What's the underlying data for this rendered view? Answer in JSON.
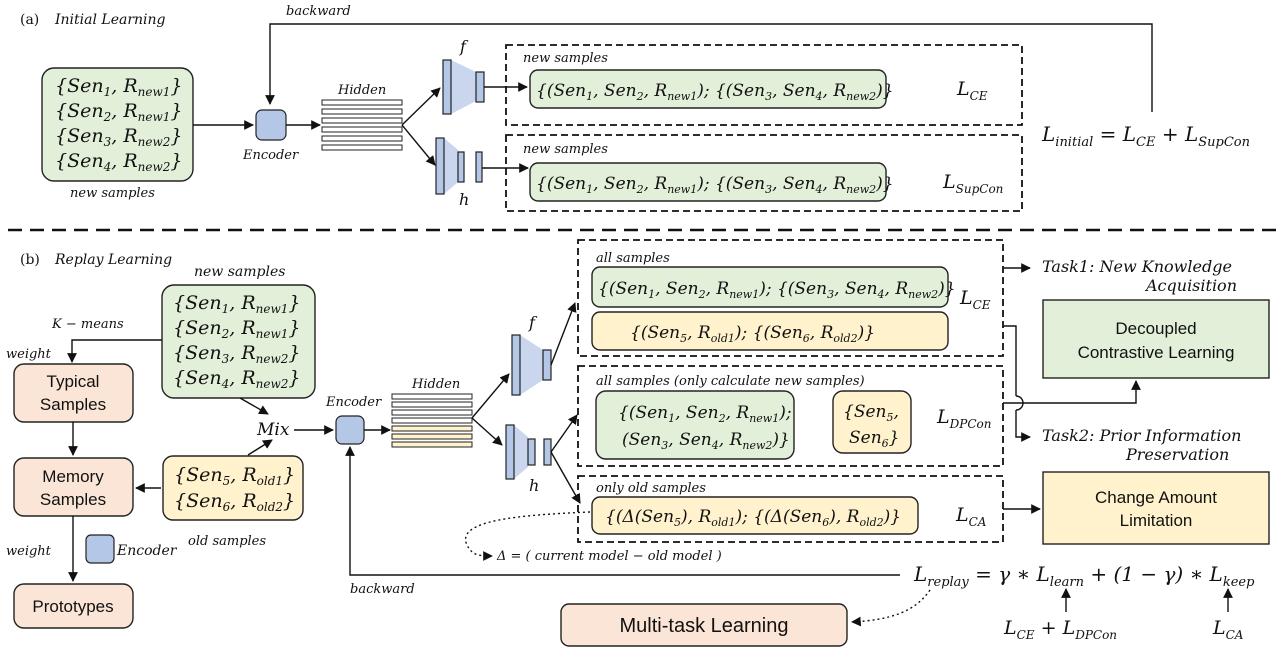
{
  "part_a": {
    "label": "(a)",
    "title": "Initial Learning",
    "backward": "backward",
    "new_samples_box": [
      {
        "sen": "Sen",
        "sub": "1",
        "r": "R",
        "rsub": "new1"
      },
      {
        "sen": "Sen",
        "sub": "2",
        "r": "R",
        "rsub": "new1"
      },
      {
        "sen": "Sen",
        "sub": "3",
        "r": "R",
        "rsub": "new2"
      },
      {
        "sen": "Sen",
        "sub": "4",
        "r": "R",
        "rsub": "new2"
      }
    ],
    "new_samples_caption": "new  samples",
    "encoder": "Encoder",
    "hidden": "Hidden",
    "f": "f",
    "h": "h",
    "panel1_caption": "new samples",
    "panel2_caption": "new samples",
    "loss_ce": {
      "main": "L",
      "sub": "CE"
    },
    "loss_supcon": {
      "main": "L",
      "sub": "SupCon"
    },
    "equation": {
      "lhs": "L",
      "lhs_sub": "initial",
      "eq": " = L",
      "ce_sub": "CE",
      "plus": " + L",
      "sc_sub": "SupCon"
    }
  },
  "part_b": {
    "label": "(b)",
    "title": "Replay Learning",
    "new_samples_caption": "new  samples",
    "kmeans": "K − means",
    "weight1": "weight",
    "weight2": "weight",
    "typical_samples": [
      "Typical",
      "Samples"
    ],
    "memory_samples": [
      "Memory",
      "Samples"
    ],
    "prototypes": "Prototypes",
    "encoder_legend": "Encoder",
    "old_samples_caption": "old  samples",
    "mix": "Mix",
    "encoder": "Encoder",
    "hidden": "Hidden",
    "f": "f",
    "h": "h",
    "backward": "backward",
    "all_samples": "all samples",
    "all_samples_new": "all samples (only calculate new  samples)",
    "only_old": "only old  samples",
    "loss_ce": {
      "main": "L",
      "sub": "CE"
    },
    "loss_dpcon": {
      "main": "L",
      "sub": "DPCon"
    },
    "loss_ca": {
      "main": "L",
      "sub": "CA"
    },
    "task1": {
      "line1": "Task1: New Knowledge",
      "line2": "Acquisition"
    },
    "task2": {
      "line1": "Task2: Prior Information",
      "line2": "Preservation"
    },
    "decoupled": [
      "Decoupled",
      "Contrastive Learning"
    ],
    "change_amount": [
      "Change Amount",
      "Limitation"
    ],
    "delta_note": "Δ =   ( current model  − old model )",
    "multi_task": "Multi-task Learning",
    "replay_eq": {
      "lhs": "L",
      "lhs_sub": "replay",
      "mid": " = γ ∗ L",
      "learn_sub": "learn",
      "mid2": " + (1 − γ) ∗ L",
      "keep_sub": "keep"
    },
    "under_learn": {
      "a": "L",
      "a_sub": "CE",
      "b": " + L",
      "b_sub": "DPCon"
    },
    "under_keep": {
      "a": "L",
      "a_sub": "CA"
    }
  },
  "colors": {
    "green": "#e2efd9",
    "yellow": "#fff2cc",
    "pink": "#fbe5d6",
    "blue": "#b4c7e7"
  }
}
